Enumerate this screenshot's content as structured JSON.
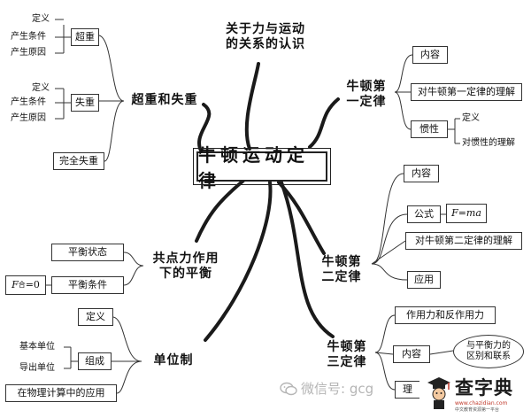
{
  "center": {
    "title": "牛顿运动定律"
  },
  "topics": {
    "force_motion": {
      "line1": "关于力与运动",
      "line2": "的关系的认识"
    },
    "overweight": {
      "label": "超重和失重"
    },
    "equilibrium": {
      "line1": "共点力作用",
      "line2": "下的平衡"
    },
    "units": {
      "label": "单位制"
    },
    "first_law": {
      "line1": "牛顿第",
      "line2": "一定律"
    },
    "second_law": {
      "line1": "牛顿第",
      "line2": "二定律"
    },
    "third_law": {
      "line1": "牛顿第",
      "line2": "三定律"
    }
  },
  "overweight_branch": {
    "chaozhong": "超重",
    "shizhong": "失重",
    "wanquan": "完全失重",
    "chaozhong_items": [
      "定义",
      "产生条件",
      "产生原因"
    ],
    "shizhong_items": [
      "定义",
      "产生条件",
      "产生原因"
    ]
  },
  "equilibrium_branch": {
    "state": "平衡状态",
    "condition": "平衡条件",
    "formula": {
      "symbol": "F",
      "subscript": "合",
      "rest": "=0"
    }
  },
  "units_branch": {
    "definition": "定义",
    "composition": "组成",
    "application": "在物理计算中的应用",
    "composition_items": [
      "基本单位",
      "导出单位"
    ]
  },
  "first_law_branch": {
    "content": "内容",
    "understanding": "对牛顿第一定律的理解",
    "inertia": "惯性",
    "inertia_items": [
      "定义",
      "对惯性的理解"
    ]
  },
  "second_law_branch": {
    "content": "内容",
    "formula_label": "公式",
    "formula": "F=ma",
    "understanding": "对牛顿第二定律的理解",
    "application": "应用"
  },
  "third_law_branch": {
    "action_reaction": "作用力和反作用力",
    "content": "内容",
    "comparison": {
      "line1": "与平衡力的",
      "line2": "区别和联系"
    },
    "partial": "理"
  },
  "watermark": {
    "text": "微信号: gcg"
  },
  "logo": {
    "brand": "查字典",
    "url": "www.chazidian.com",
    "slogan": "中文教育资源第一平台"
  },
  "colors": {
    "line": "#333333",
    "branch": "#1a1a1a",
    "logo_red": "#c0392b"
  }
}
